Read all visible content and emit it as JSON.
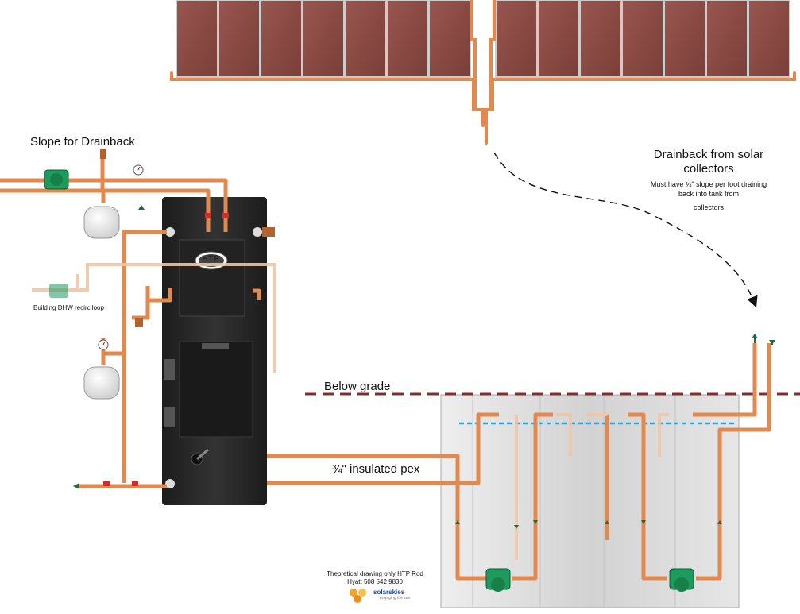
{
  "labels": {
    "slope_title": "Slope for Drainback",
    "drainback_title": "Drainback from solar collectors",
    "drainback_note": "Must have ¼\" slope per foot draining back into tank from",
    "drainback_note2": "collectors",
    "below_grade": "Below grade",
    "pex": "¾\" insulated pex",
    "recirc": "Building DHW recirc loop",
    "credit": "Theoretical drawing only HTP Rod Hyatt 508 542 9830",
    "brand": "solarskies",
    "tagline": "engaging the sun",
    "tank_logo": "HTP"
  },
  "colors": {
    "pipe": "#e3894e",
    "pipe_dark": "#b5612c",
    "panel": "#8a4a44",
    "tank": "#262626",
    "grade_line": "#8b2a2a",
    "water_line": "#2aa6e0",
    "pump": "#1e9b5c",
    "box": "#d9d9d9"
  },
  "icons": [
    "solar-panel-icon",
    "circulator-pump-icon",
    "expansion-tank-icon",
    "pressure-gauge-icon",
    "flow-arrow-icon",
    "sun-logo-icon"
  ]
}
